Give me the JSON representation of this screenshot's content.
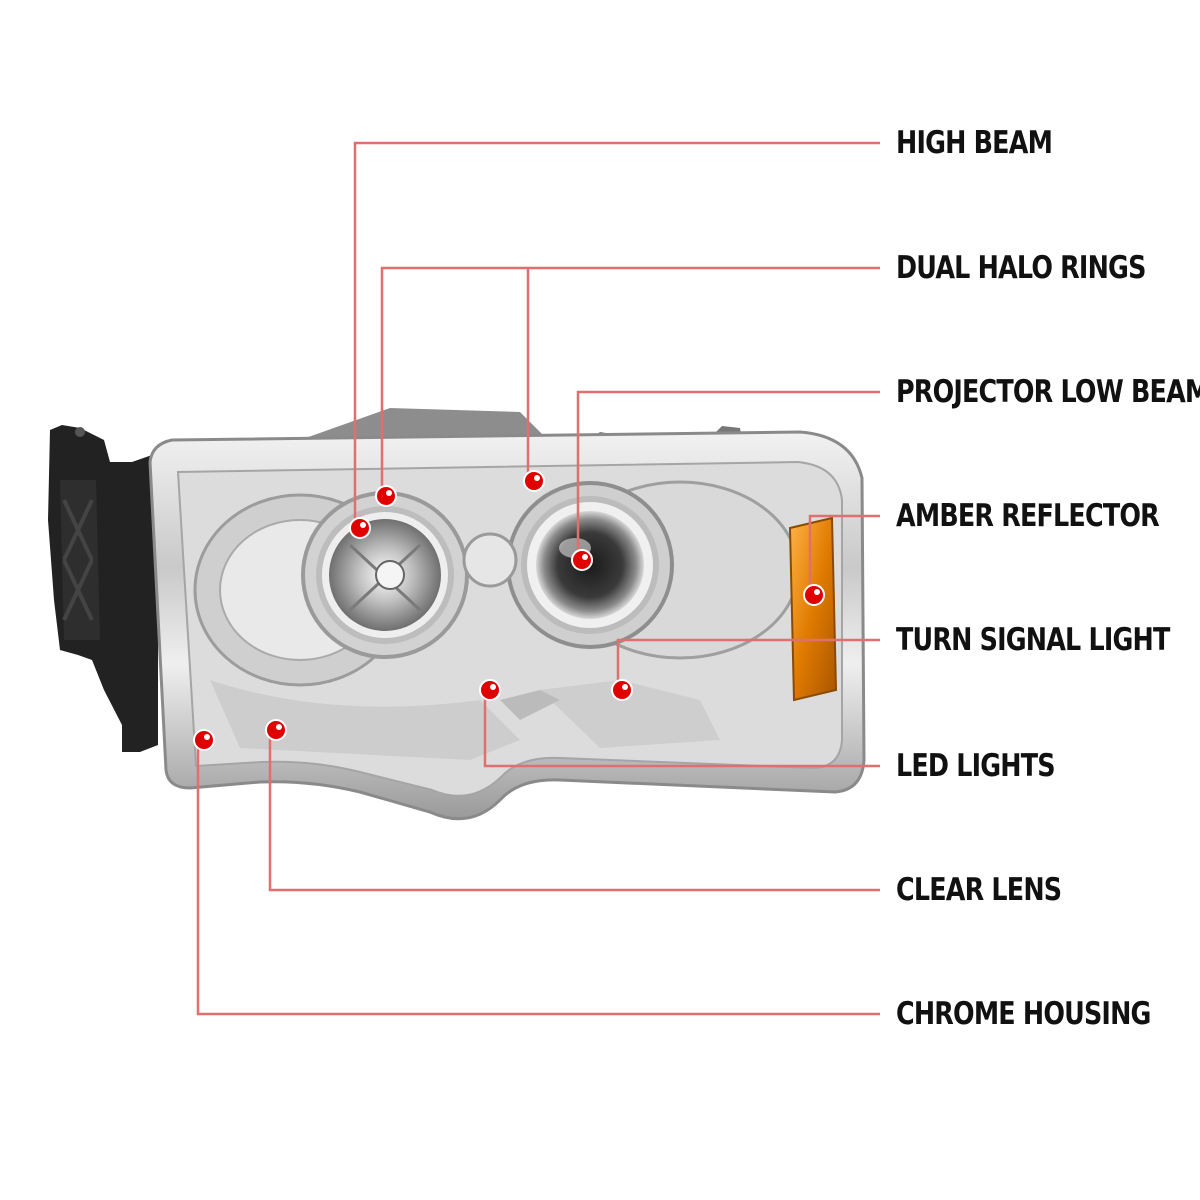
{
  "accent_color": "#e03a3a",
  "labels": [
    {
      "id": "high-beam",
      "text": "HIGH BEAM"
    },
    {
      "id": "dual-halo-rings",
      "text": "DUAL HALO RINGS"
    },
    {
      "id": "projector-low-beam",
      "text": "PROJECTOR LOW BEAM"
    },
    {
      "id": "amber-reflector",
      "text": "AMBER REFLECTOR"
    },
    {
      "id": "turn-signal-light",
      "text": "TURN SIGNAL LIGHT"
    },
    {
      "id": "led-lights",
      "text": "LED LIGHTS"
    },
    {
      "id": "clear-lens",
      "text": "CLEAR LENS"
    },
    {
      "id": "chrome-housing",
      "text": "CHROME HOUSING"
    }
  ]
}
